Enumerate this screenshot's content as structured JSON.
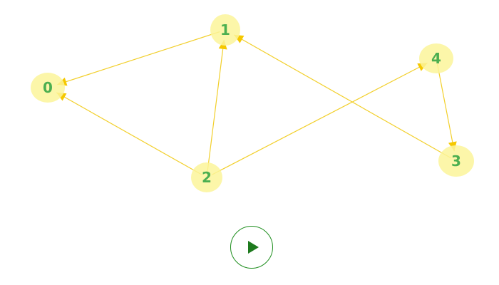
{
  "graph": {
    "nodes": [
      {
        "id": "0",
        "label": "0"
      },
      {
        "id": "1",
        "label": "1"
      },
      {
        "id": "2",
        "label": "2"
      },
      {
        "id": "3",
        "label": "3"
      },
      {
        "id": "4",
        "label": "4"
      }
    ],
    "edges": [
      {
        "from": "1",
        "to": "0"
      },
      {
        "from": "2",
        "to": "0"
      },
      {
        "from": "2",
        "to": "1"
      },
      {
        "from": "2",
        "to": "4"
      },
      {
        "from": "3",
        "to": "1"
      },
      {
        "from": "4",
        "to": "3"
      }
    ]
  },
  "controls": {
    "play_icon": "play-icon"
  },
  "colors": {
    "node_fill": "#fbf59a",
    "edge": "#f2cf2a",
    "arrow": "#f5c800",
    "label": "#4caf50",
    "play": "#1e7a1e"
  }
}
